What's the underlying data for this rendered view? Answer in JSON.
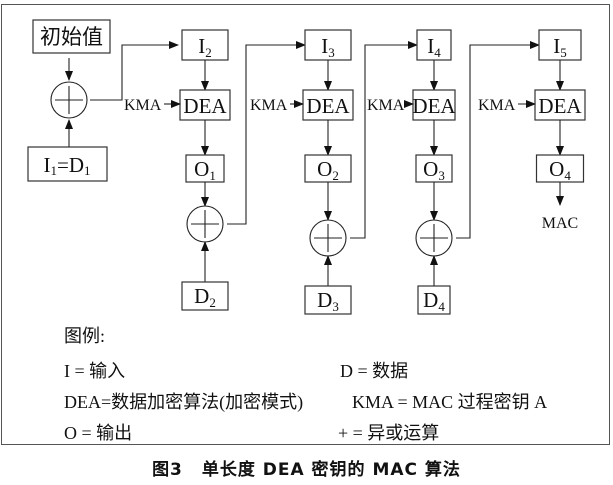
{
  "diagram": {
    "initial_value": "初始值",
    "first_input": {
      "left_main": "I",
      "left_sub": "1",
      "eq": "=",
      "right_main": "D",
      "right_sub": "1"
    },
    "key_label": "KMA",
    "dea_label": "DEA",
    "output_label": "MAC",
    "stages": [
      {
        "input_main": "I",
        "input_sub": "2",
        "output_main": "O",
        "output_sub": "1",
        "data_main": "D",
        "data_sub": "2"
      },
      {
        "input_main": "I",
        "input_sub": "3",
        "output_main": "O",
        "output_sub": "2",
        "data_main": "D",
        "data_sub": "3"
      },
      {
        "input_main": "I",
        "input_sub": "4",
        "output_main": "O",
        "output_sub": "3",
        "data_main": "D",
        "data_sub": "4"
      },
      {
        "input_main": "I",
        "input_sub": "5",
        "output_main": "O",
        "output_sub": "4"
      }
    ]
  },
  "legend": {
    "title": "图例:",
    "items": [
      {
        "text": "I = 输入"
      },
      {
        "text": "D = 数据"
      },
      {
        "text": "DEA=数据加密算法(加密模式)"
      },
      {
        "text": "KMA = MAC 过程密钥 A"
      },
      {
        "text": "O = 输出"
      },
      {
        "text": "+ = 异或运算"
      }
    ]
  },
  "caption": {
    "figure_no": "图3",
    "title": "单长度 DEA 密钥的 MAC 算法"
  }
}
